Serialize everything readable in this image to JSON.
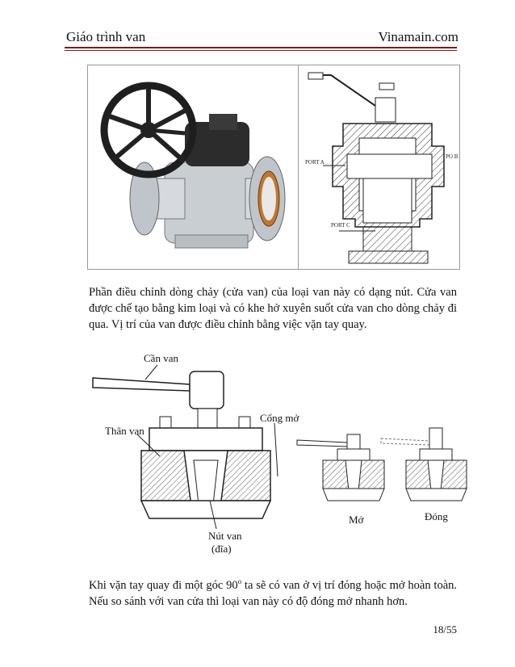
{
  "header": {
    "left": "Giáo trình van",
    "right": "Vinamain.com"
  },
  "figure1": {
    "port_a": "PORT A",
    "port_b": "PO B",
    "port_c": "PORT C"
  },
  "paragraph1": "Phần điều chỉnh dòng chảy (cửa van) của loại van này có dạng nút. Cửa van được chế tạo bằng kim loại và có khe hở xuyên suốt cửa van cho dòng chảy đi qua. Vị trí của van được điều chỉnh bằng việc vặn tay quay.",
  "figure2": {
    "stem_label": "Cần van",
    "body_label": "Thân van",
    "port_label": "Cổng mở",
    "plug_label_line1": "Nút van",
    "plug_label_line2": "(đĩa)",
    "open_label": "Mở",
    "closed_label": "Đóng"
  },
  "paragraph2": {
    "before": "Khi vặn tay quay đi một góc 90",
    "sup": "o",
    "after": " ta sẽ có van ở vị trí đóng hoặc mở hoàn toàn. Nếu so sánh với van cửa thì loại van này có độ đóng mở nhanh hơn."
  },
  "page_number": "18/55"
}
